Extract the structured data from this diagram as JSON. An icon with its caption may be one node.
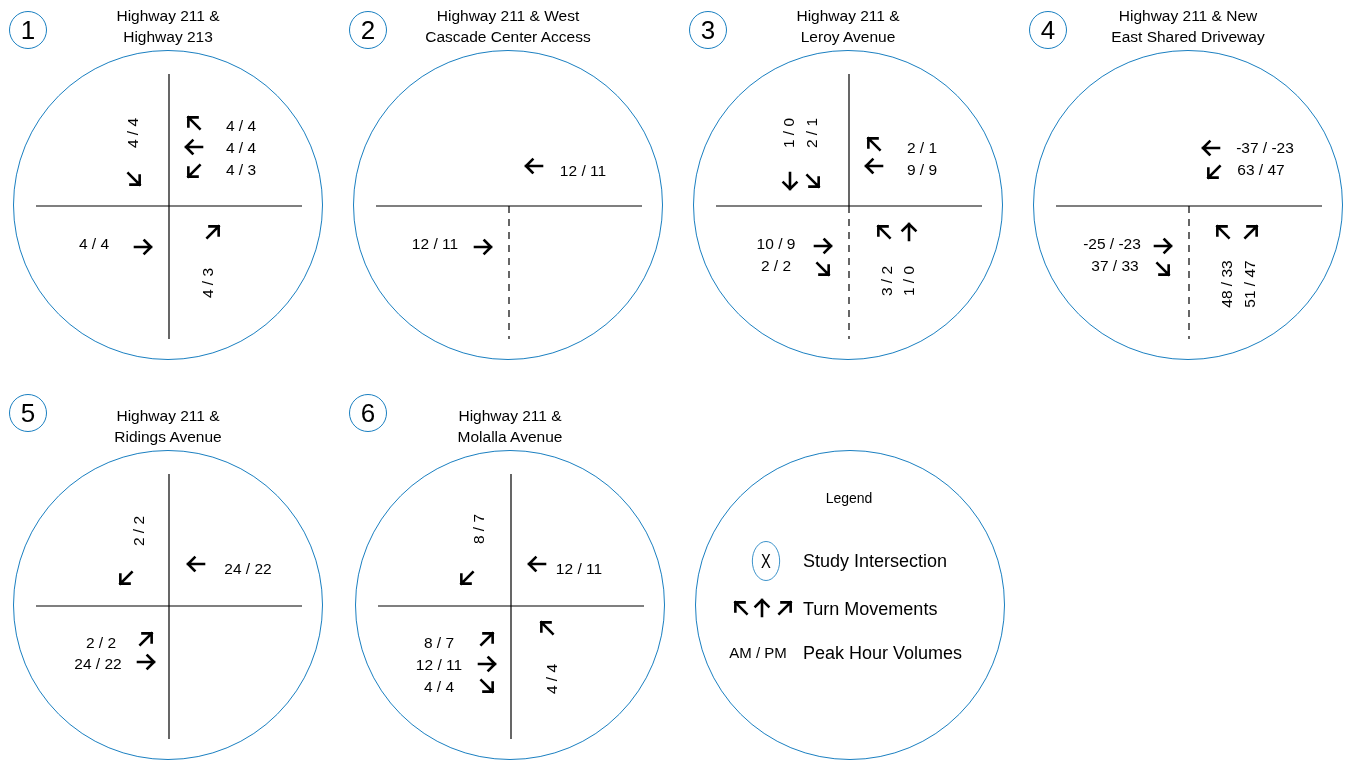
{
  "diagram": {
    "nodes": [
      {
        "text": [
          "1"
        ]
      },
      {
        "text": [
          "Highway 211 & Highway 213",
          "4 / 4",
          "4 / 4",
          "4 / 4",
          "4 / 3",
          "4 / 4",
          "4 / 3"
        ]
      },
      {
        "text": [
          "2"
        ]
      },
      {
        "text": [
          "Highway 211 & West Cascade Center Access",
          "12 / 11",
          "12 / 11"
        ]
      },
      {
        "text": [
          "3"
        ]
      },
      {
        "text": [
          "Highway 211 & Leroy Avenue",
          "1 / 0",
          "2 / 1",
          "2 / 1",
          "9 / 9",
          "10 / 9",
          "2 / 2",
          "3 / 2",
          "1 / 0"
        ]
      },
      {
        "text": [
          "4"
        ]
      },
      {
        "text": [
          "Highway 211 & New East Shared Driveway",
          "-37 / -23",
          "63 / 47",
          "-25 / -23",
          "37 / 33",
          "48 / 33",
          "51 / 47"
        ]
      },
      {
        "text": [
          "5"
        ]
      },
      {
        "text": [
          "Highway 211 & Ridings Avenue",
          "2 / 2",
          "24 / 22",
          "2 / 2",
          "24 / 22"
        ]
      },
      {
        "text": [
          "6"
        ]
      },
      {
        "text": [
          "Highway 211 & Molalla Avenue",
          "8 / 7",
          "12 / 11",
          "8 / 7",
          "12 / 11",
          "4 / 4",
          "4 / 4"
        ]
      },
      {
        "text": [
          "Legend",
          "Study Intersection",
          "Turn Movements",
          "AM / PM",
          "Peak Hour Volumes"
        ]
      },
      {
        "text": [
          "X"
        ],
        "in": 12
      }
    ]
  }
}
